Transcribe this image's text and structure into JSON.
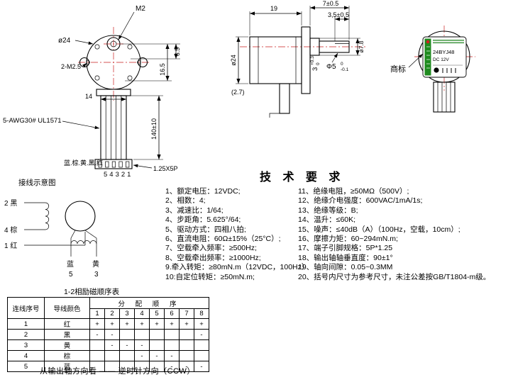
{
  "colors": {
    "line": "#000000",
    "centerline": "#c81e1e",
    "label_green": "#1f8a1f",
    "label_red": "#d02020"
  },
  "front": {
    "dims": {
      "shaft_thread": "M2",
      "body_dia": "ø24",
      "mount_holes": "2-M2.5",
      "offset_top": "6.5",
      "offset_mid": "16.5",
      "flange_width": "14",
      "wire_length": "140±10",
      "wire_spec": "5-AWG30# UL1571",
      "wire_colors": "蓝.棕.黄.黑.红",
      "pin_numbers": "54321",
      "connector_spec": "1.25X5P"
    }
  },
  "side": {
    "dims": {
      "body_len": "19",
      "shaft_len": "7±0.5",
      "flat_len": "3,5±0,5",
      "body_dia": "ø24",
      "boss_dia": "ø7.8",
      "shaft_dia": "Φ5",
      "shaft_tol_hi": "0",
      "shaft_tol_lo": "-0.1",
      "flat_dim": "3",
      "flat_tol_hi": "+0.3",
      "flat_tol_lo": "0",
      "ref_dim": "(2.7)"
    }
  },
  "label": {
    "caption": "商标",
    "model": "24BYJ48",
    "voltage": "DC 12V"
  },
  "wiring": {
    "title": "接线示意图",
    "terminal_black": "2 黑",
    "terminal_brown": "4 棕",
    "terminal_red": "1 红",
    "lead_blue": "蓝",
    "lead_blue_num": "5",
    "lead_yellow": "黄",
    "lead_yellow_num": "3"
  },
  "tech_req": {
    "title": "技 术 要 求",
    "left": [
      "1、额定电压：12VDC;",
      "2、相数：4;",
      "3、减速比：1/64;",
      "4、步距角：5.625°/64;",
      "5、驱动方式：四相八拍;",
      "6、直流电阻：60Ω±15%（25°C）;",
      "7、空载牵入频率：≥500Hz;",
      "8、空载牵出频率：≥1000Hz;",
      "9.牵入转矩：≥80mN.m（12VDC，100Hz）",
      "10:自定位转矩：≥50mN.m;"
    ],
    "right": [
      "11、绝缘电阻，≥50MΩ（500V）;",
      "12、绝缘介电强度：600VAC/1mA/1s;",
      "13、绝缘等级：B;",
      "14、温升：≤60K;",
      "15、噪声：≤40dB（A）（100Hz，空载，10cm）;",
      "16、摩擦力矩：60~294mN.m;",
      "17、端子引脚规格：5P*1.25",
      "18、输出轴轴垂直度：90±1°",
      "19、轴向间隙：0.05~0.3MM",
      "20、括号内尺寸为参考尺寸，未注公差按GB/T1804-m级。"
    ]
  },
  "table": {
    "caption": "1-2相励磁顺序表",
    "header_wire_no": "连线序号",
    "header_wire_color": "导线颜色",
    "header_sequence": "分 配 顺 序",
    "steps": [
      "1",
      "2",
      "3",
      "4",
      "5",
      "6",
      "7",
      "8"
    ],
    "rows": [
      {
        "num": "1",
        "color": "红",
        "cells": [
          "+",
          "+",
          "+",
          "+",
          "+",
          "+",
          "+",
          "+"
        ]
      },
      {
        "num": "2",
        "color": "黑",
        "cells": [
          "-",
          "-",
          "",
          "",
          "",
          "",
          "",
          "-"
        ]
      },
      {
        "num": "3",
        "color": "黄",
        "cells": [
          "",
          "-",
          "-",
          "-",
          "",
          "",
          "",
          ""
        ]
      },
      {
        "num": "4",
        "color": "棕",
        "cells": [
          "",
          "",
          "",
          "-",
          "-",
          "-",
          "",
          ""
        ]
      },
      {
        "num": "5",
        "color": "蓝",
        "cells": [
          "",
          "",
          "",
          "",
          "",
          "-",
          "-",
          "-"
        ]
      }
    ]
  },
  "footer": "从输出轴方向看 —— 逆时针方向（CCW）"
}
